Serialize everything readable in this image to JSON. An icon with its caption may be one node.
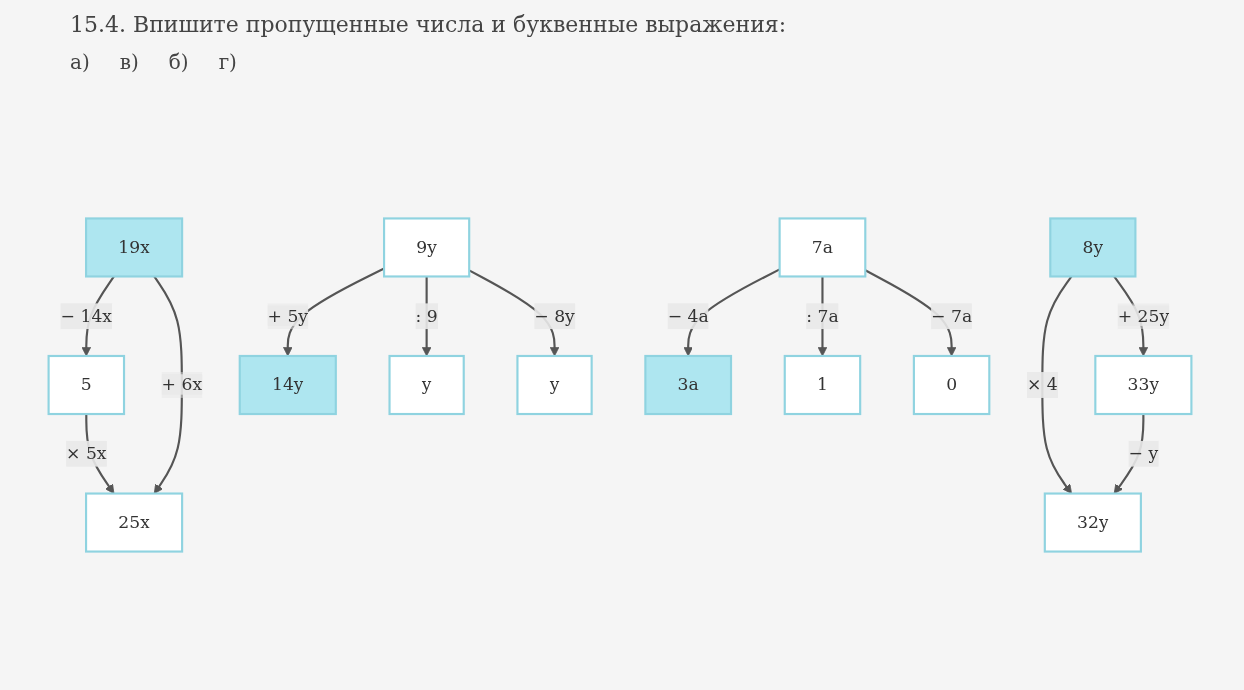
{
  "diagram": {
    "title": "15.4. Впишите пропущенные числа и буквенные выражения:",
    "nodes": [
      {
        "text": [
          "5"
        ]
      },
      {
        "text": [
          "19x"
        ]
      },
      {
        "text": [
          "25x"
        ]
      },
      {
        "text": [
          "8y"
        ]
      },
      {
        "text": [
          "33y"
        ]
      },
      {
        "text": [
          "32y"
        ]
      },
      {
        "text": [
          "9y"
        ]
      },
      {
        "text": [
          "14y"
        ]
      },
      {
        "text": [
          "y"
        ]
      },
      {
        "text": [
          "y"
        ]
      },
      {
        "text": [
          "7a"
        ]
      },
      {
        "text": [
          "3a"
        ]
      },
      {
        "text": [
          "1"
        ]
      },
      {
        "text": [
          "0"
        ]
      }
    ],
    "edges": [
      {
        "from": 1,
        "to": 0,
        "arrow": "to",
        "label": "− 14x"
      },
      {
        "from": 0,
        "to": 2,
        "arrow": "to",
        "label": "× 5x"
      },
      {
        "from": 1,
        "to": 2,
        "arrow": "to",
        "label": "+ 6x"
      },
      {
        "from": 3,
        "to": 4,
        "arrow": "to",
        "label": "+ 25y"
      },
      {
        "from": 3,
        "to": 5,
        "arrow": "to",
        "label": "× 4"
      },
      {
        "from": 4,
        "to": 5,
        "arrow": "to",
        "label": "− y"
      },
      {
        "from": 6,
        "to": 7,
        "arrow": "to",
        "label": "+ 5y"
      },
      {
        "from": 6,
        "to": 8,
        "arrow": "to",
        "label": ": 9"
      },
      {
        "from": 6,
        "to": 9,
        "arrow": "to",
        "label": "− 8y"
      },
      {
        "from": 10,
        "to": 11,
        "arrow": "to",
        "label": "− 4a"
      },
      {
        "from": 10,
        "to": 12,
        "arrow": "to",
        "label": ": 7a"
      },
      {
        "from": 10,
        "to": 13,
        "arrow": "to",
        "label": "− 7a"
      }
    ],
    "labels": [
      "а)",
      "в)",
      "б)",
      "г)"
    ]
  }
}
